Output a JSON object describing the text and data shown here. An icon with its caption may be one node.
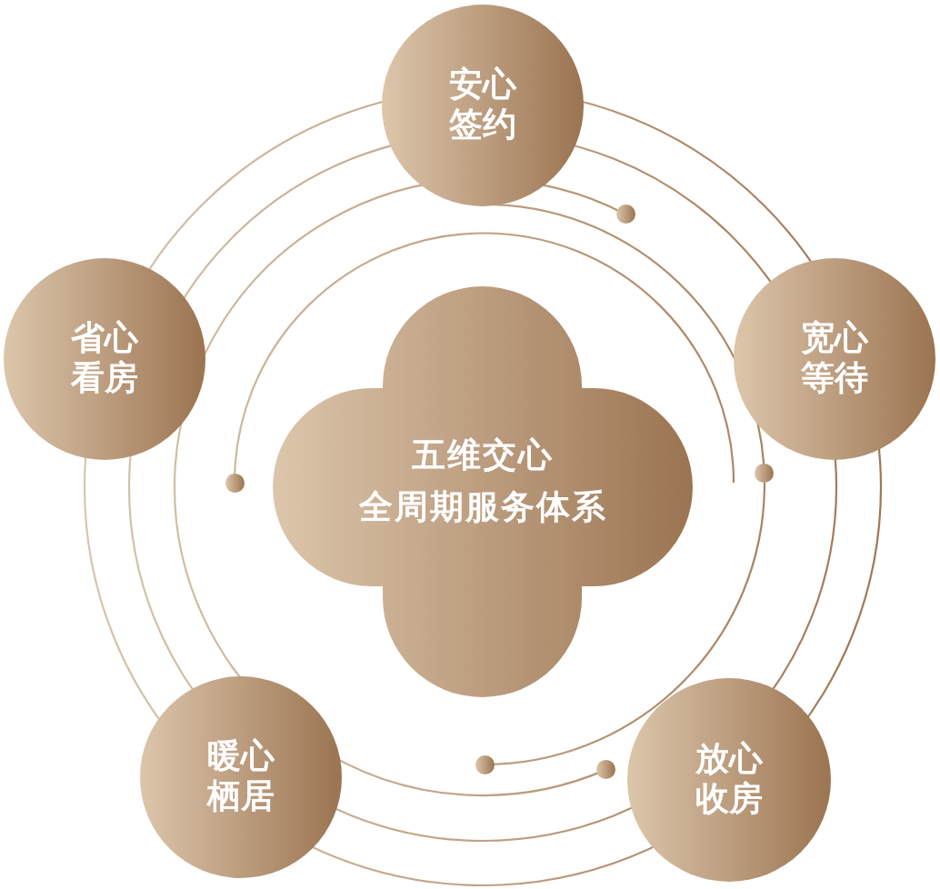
{
  "diagram": {
    "nodes": [
      {
        "text": [
          "安心签约"
        ]
      },
      {
        "text": [
          "省心看房"
        ]
      },
      {
        "text": [
          "宽心等待"
        ]
      },
      {
        "text": [
          "五维交心",
          "全周期服务体系"
        ]
      },
      {
        "text": [
          "暖心栖居"
        ]
      },
      {
        "text": [
          "放心收房"
        ]
      }
    ]
  }
}
